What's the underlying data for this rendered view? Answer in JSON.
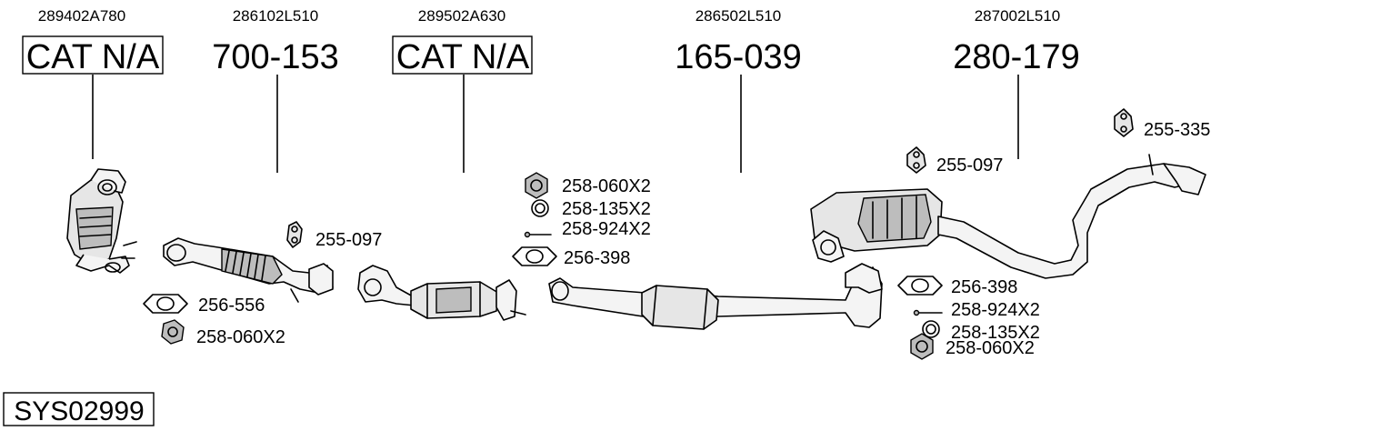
{
  "parts": [
    {
      "oem": "289402A780",
      "number": "CAT N/A",
      "boxed": true
    },
    {
      "oem": "286102L510",
      "number": "700-153",
      "boxed": false
    },
    {
      "oem": "289502A630",
      "number": "CAT N/A",
      "boxed": true
    },
    {
      "oem": "286502L510",
      "number": "165-039",
      "boxed": false
    },
    {
      "oem": "287002L510",
      "number": "280-179",
      "boxed": false
    }
  ],
  "accessories": {
    "a1": "255-097",
    "a2": "256-556",
    "a3": "258-060X2",
    "a4": "258-060X2",
    "a5": "258-135X2",
    "a6": "258-924X2",
    "a7": "256-398",
    "a8": "256-398",
    "a9": "258-924X2",
    "a10": "258-135X2",
    "a11": "258-060X2",
    "a12": "255-097",
    "a13": "255-335"
  },
  "system_code": "SYS02999"
}
